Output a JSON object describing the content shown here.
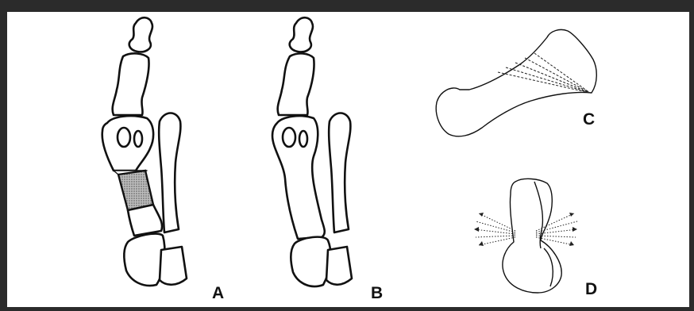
{
  "figure": {
    "labels": {
      "a": "A",
      "b": "B",
      "c": "C",
      "d": "D"
    },
    "colors": {
      "frame": "#2b2b2b",
      "panel": "#ffffff",
      "stroke": "#111111",
      "hatch": "#8a8a8a"
    }
  }
}
